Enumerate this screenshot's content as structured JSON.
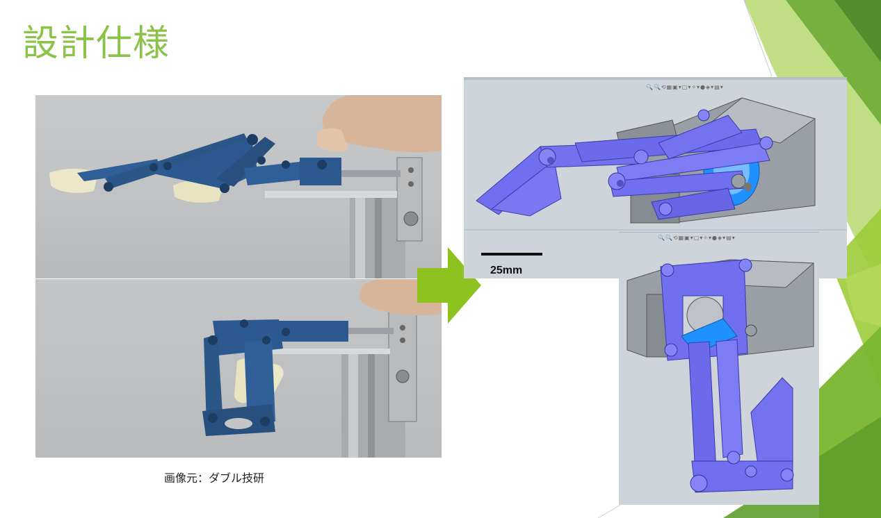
{
  "slide": {
    "title": "設計仕様",
    "caption": "画像元：ダブル技研"
  },
  "cad_view": {
    "toolbar_top": "🔍🔍⟲▦▣▾▢▾✧▾●◈▾▤▾",
    "toolbar_bottom": "🔍🔍⟲▦▣▾▢▾✧▾●◈▾▤▾",
    "scale_label": "25mm"
  },
  "colors": {
    "title_green": "#8bc34a",
    "arrow_green": "#8dc21f",
    "cad_link_blue": "#6f6ff0",
    "cad_link_cyan": "#1e90ff",
    "frame_gray": "#8c9097",
    "cad_background": "#cfd3da"
  },
  "icons": {
    "arrow": "right-arrow-icon"
  }
}
